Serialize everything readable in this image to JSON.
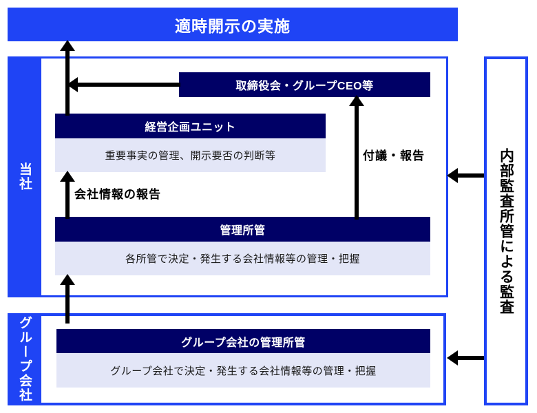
{
  "banner": {
    "title": "適時開示の実施"
  },
  "panels": {
    "company": {
      "label": "当社"
    },
    "group": {
      "label": "グループ会社"
    },
    "audit": {
      "label": "内部監査所管による監査"
    }
  },
  "boxes": {
    "board": {
      "header": "取締役会・グループCEO等"
    },
    "planning": {
      "header": "経営企画ユニット",
      "body": "重要事実の管理、開示要否の判断等"
    },
    "kanri": {
      "header": "管理所管",
      "body": "各所管で決定・発生する会社情報等の管理・把握"
    },
    "group_kanri": {
      "header": "グループ会社の管理所管",
      "body": "グループ会社で決定・発生する会社情報等の管理・把握"
    }
  },
  "arrows": {
    "report_label": "会社情報の報告",
    "submit_label": "付議・報告"
  },
  "colors": {
    "brand_blue": "#1f44f5",
    "navy": "#000066",
    "body_lavender": "#e3e6f7",
    "arrow_black": "#000000"
  }
}
